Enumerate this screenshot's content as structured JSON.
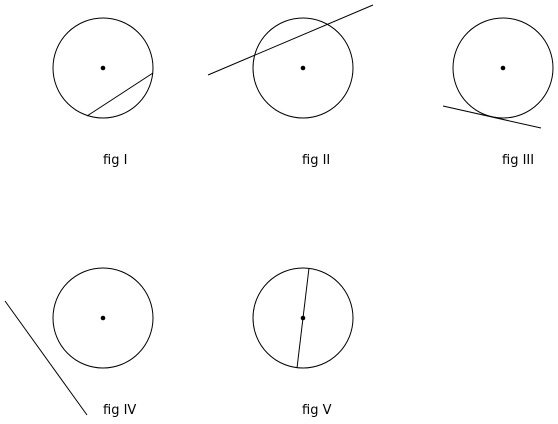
{
  "figures": [
    {
      "label": "fig I",
      "relation": "chord"
    },
    {
      "label": "fig II",
      "relation": "secant"
    },
    {
      "label": "fig III",
      "relation": "tangent"
    },
    {
      "label": "fig IV",
      "relation": "non-intersecting line"
    },
    {
      "label": "fig V",
      "relation": "diameter"
    }
  ],
  "colors": {
    "stroke": "#000000",
    "background": "#ffffff"
  }
}
